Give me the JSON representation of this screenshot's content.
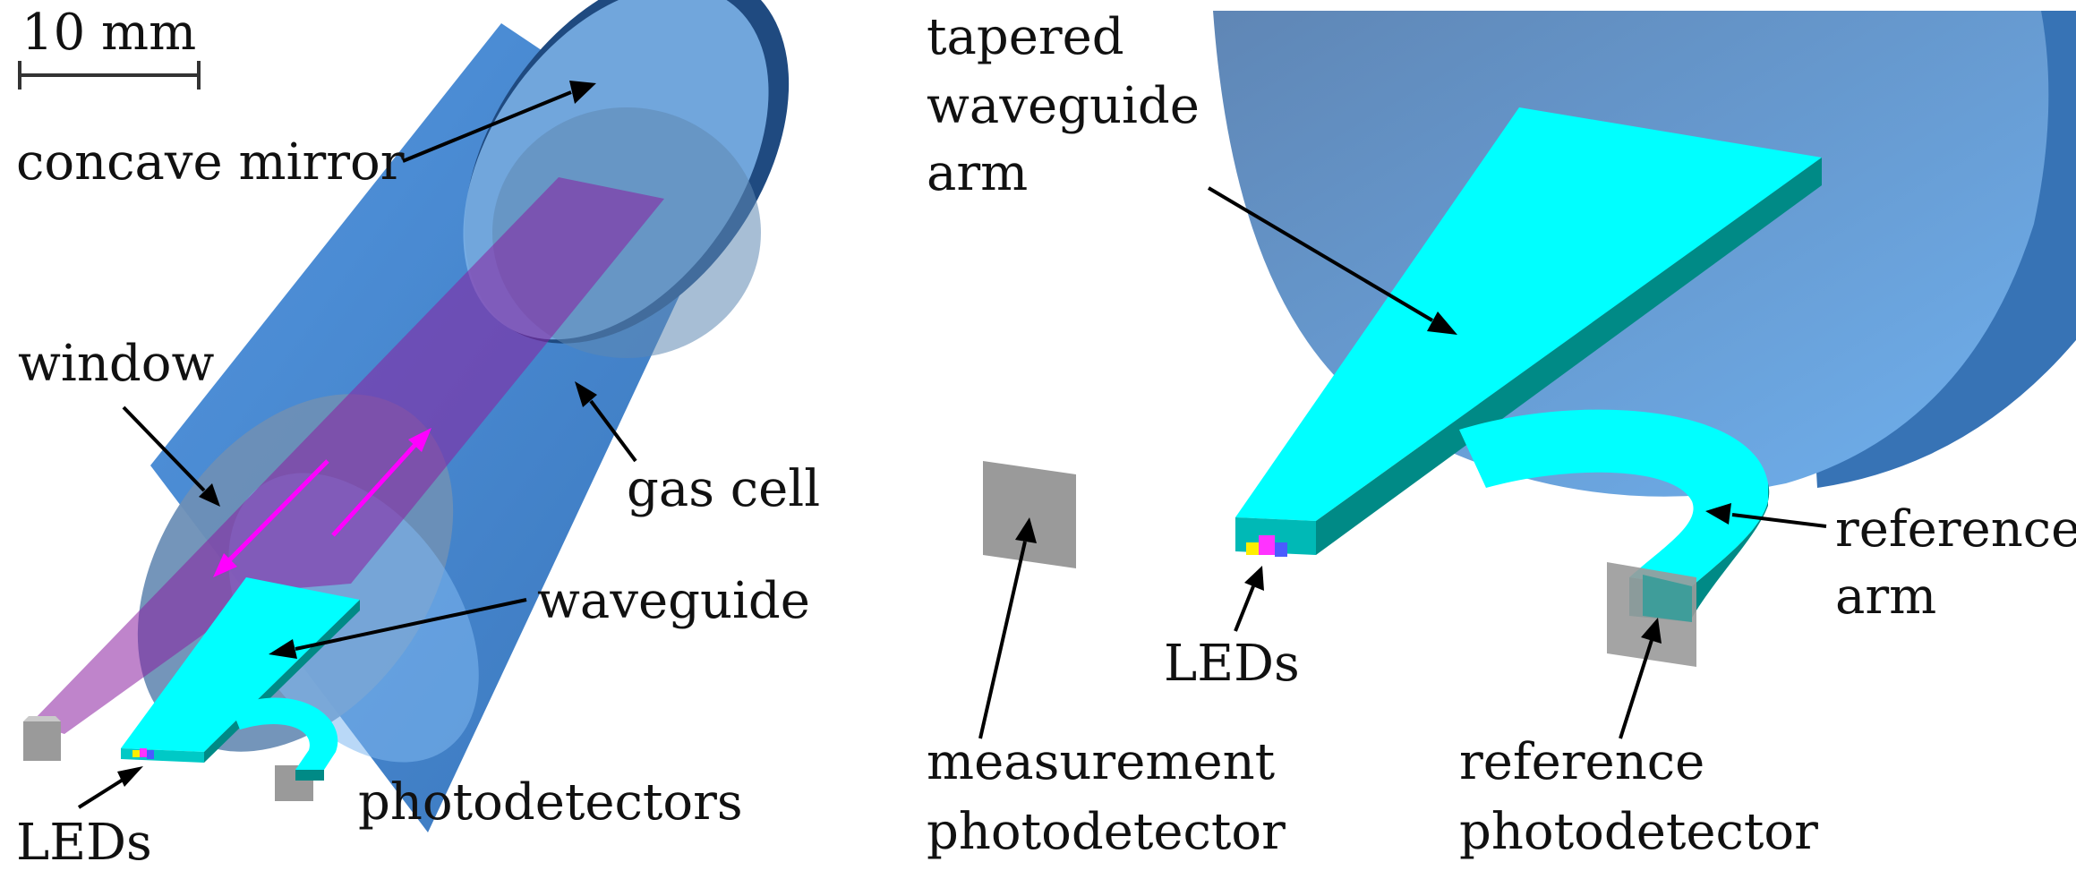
{
  "colors": {
    "cylinder": "#3f86d6",
    "mirror_light": "#7fb5ee",
    "mirror_edge": "#1f3f66",
    "window": "#6f8eb3",
    "beam": "#8a1fa0",
    "arrow_magenta": "#ff00ff",
    "waveguide_top": "#00ffff",
    "waveguide_side": "#008a86",
    "photodetector": "#9a9a9a",
    "led_yellow": "#ffee00",
    "led_magenta": "#ff33ff",
    "led_blue": "#4a5cff"
  },
  "left_panel": {
    "scale_bar_label": "10 mm",
    "labels": {
      "concave_mirror": "concave mirror",
      "window": "window",
      "gas_cell": "gas cell",
      "waveguide": "waveguide",
      "leds": "LEDs",
      "photodetectors": "photodetectors"
    }
  },
  "right_panel": {
    "labels": {
      "tapered_line1": "tapered",
      "tapered_line2": "waveguide",
      "tapered_line3": "arm",
      "reference_arm_line1": "reference",
      "reference_arm_line2": "arm",
      "leds": "LEDs",
      "measurement_line1": "measurement",
      "measurement_line2": "photodetector",
      "reference_pd_line1": "reference",
      "reference_pd_line2": "photodetector"
    }
  }
}
